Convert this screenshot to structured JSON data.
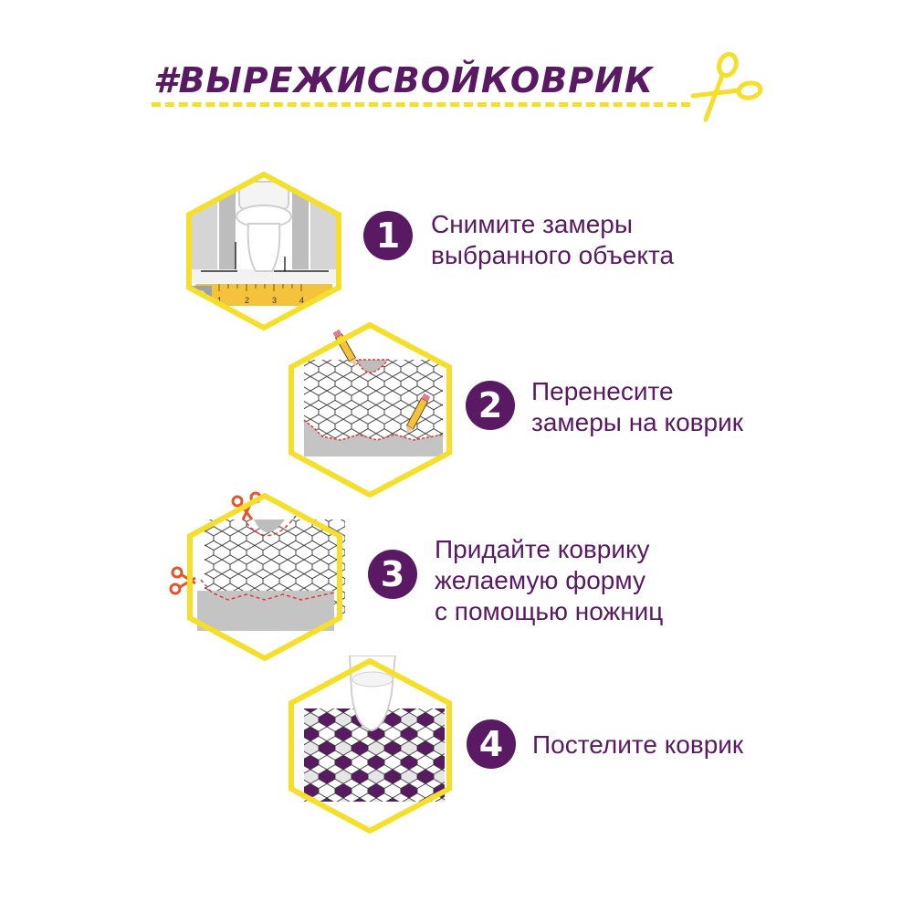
{
  "title": "#ВЫРЕЖИСВОЙКОВРИК",
  "colors": {
    "purple": "#5a1a63",
    "yellow": "#f5df2a",
    "grey": "#c4c4c4",
    "red": "#e03a3a"
  },
  "ruler_ticks": [
    "1",
    "2",
    "3",
    "4"
  ],
  "steps": [
    {
      "number": "1",
      "lines": [
        "Снимите замеры",
        "выбранного объекта"
      ]
    },
    {
      "number": "2",
      "lines": [
        "Перенесите",
        "замеры на коврик"
      ]
    },
    {
      "number": "3",
      "lines": [
        "Придайте коврику",
        "желаемую форму",
        "с помощью ножниц"
      ]
    },
    {
      "number": "4",
      "lines": [
        "Постелите коврик"
      ]
    }
  ]
}
